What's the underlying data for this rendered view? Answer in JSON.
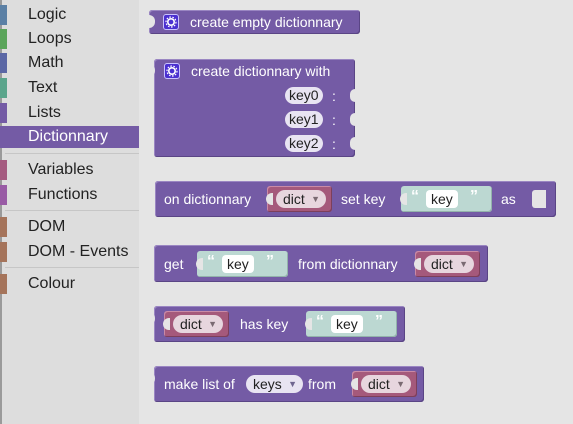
{
  "sidebar": {
    "items": [
      {
        "label": "Logic",
        "color": "#5b80a5"
      },
      {
        "label": "Loops",
        "color": "#5ba55b"
      },
      {
        "label": "Math",
        "color": "#5b67a5"
      },
      {
        "label": "Text",
        "color": "#5ba58c"
      },
      {
        "label": "Lists",
        "color": "#745ba5"
      },
      {
        "label": "Dictionnary",
        "color": "#745ba5",
        "selected": true
      },
      {
        "label": "Variables",
        "color": "#a55b80"
      },
      {
        "label": "Functions",
        "color": "#995ba5"
      },
      {
        "label": "DOM",
        "color": "#a5745b"
      },
      {
        "label": "DOM - Events",
        "color": "#a5745b"
      },
      {
        "label": "Colour",
        "color": "#a5745b"
      }
    ]
  },
  "blocks": {
    "create_empty": {
      "label": "create empty dictionnary",
      "icon": "gear-icon"
    },
    "create_with": {
      "label": "create dictionnary with",
      "icon": "gear-icon",
      "keys": [
        "key0",
        "key1",
        "key2"
      ],
      "separator": ":"
    },
    "set_key": {
      "prefix": "on dictionnary",
      "var": "dict",
      "mid": "set key",
      "key": "key",
      "suffix": "as"
    },
    "get": {
      "prefix": "get",
      "key": "key",
      "mid": "from dictionnary",
      "var": "dict"
    },
    "has_key": {
      "var": "dict",
      "mid": "has key",
      "key": "key"
    },
    "make_list": {
      "prefix": "make list of",
      "option": "keys",
      "mid": "from",
      "var": "dict"
    }
  },
  "glyphs": {
    "open_quote": "“",
    "close_quote": "”",
    "dropdown": "▼"
  },
  "colors": {
    "dictionary_block": "#745ba5",
    "variable_block": "#a5597b",
    "text_block": "#bcd8d2",
    "workspace": "#e5e5e5",
    "sidebar": "#dddddd"
  }
}
